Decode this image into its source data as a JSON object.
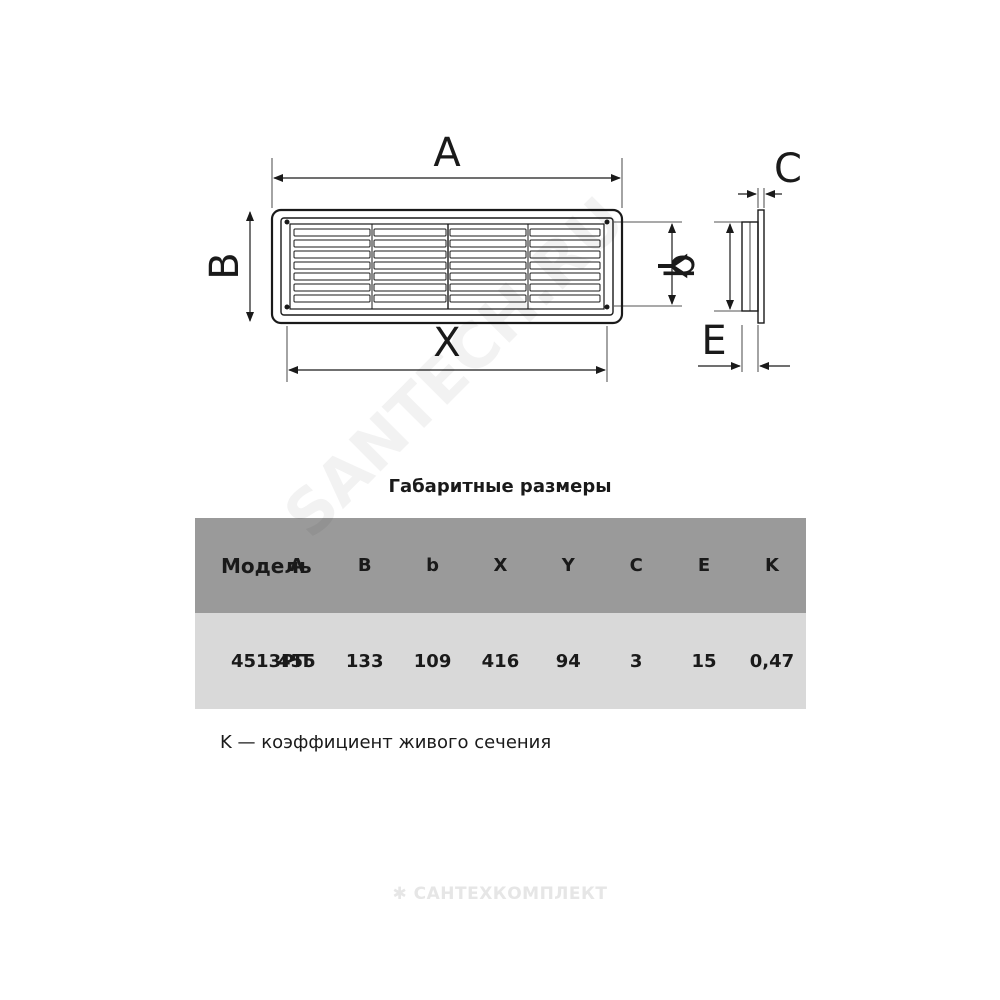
{
  "drawing": {
    "labels": {
      "A": "A",
      "B": "B",
      "X": "X",
      "Y": "Y",
      "b": "b",
      "C": "C",
      "E": "E"
    }
  },
  "title": "Габаритные размеры",
  "table": {
    "headers": [
      "Модель",
      "A",
      "B",
      "b",
      "X",
      "Y",
      "C",
      "E",
      "K"
    ],
    "rows": [
      [
        "4513РП",
        "455",
        "133",
        "109",
        "416",
        "94",
        "3",
        "15",
        "0,47"
      ]
    ]
  },
  "note": "K — коэффициент живого сечения",
  "logo": "САНТЕХКОМПЛЕКТ",
  "watermark": "SANTECH.RU"
}
